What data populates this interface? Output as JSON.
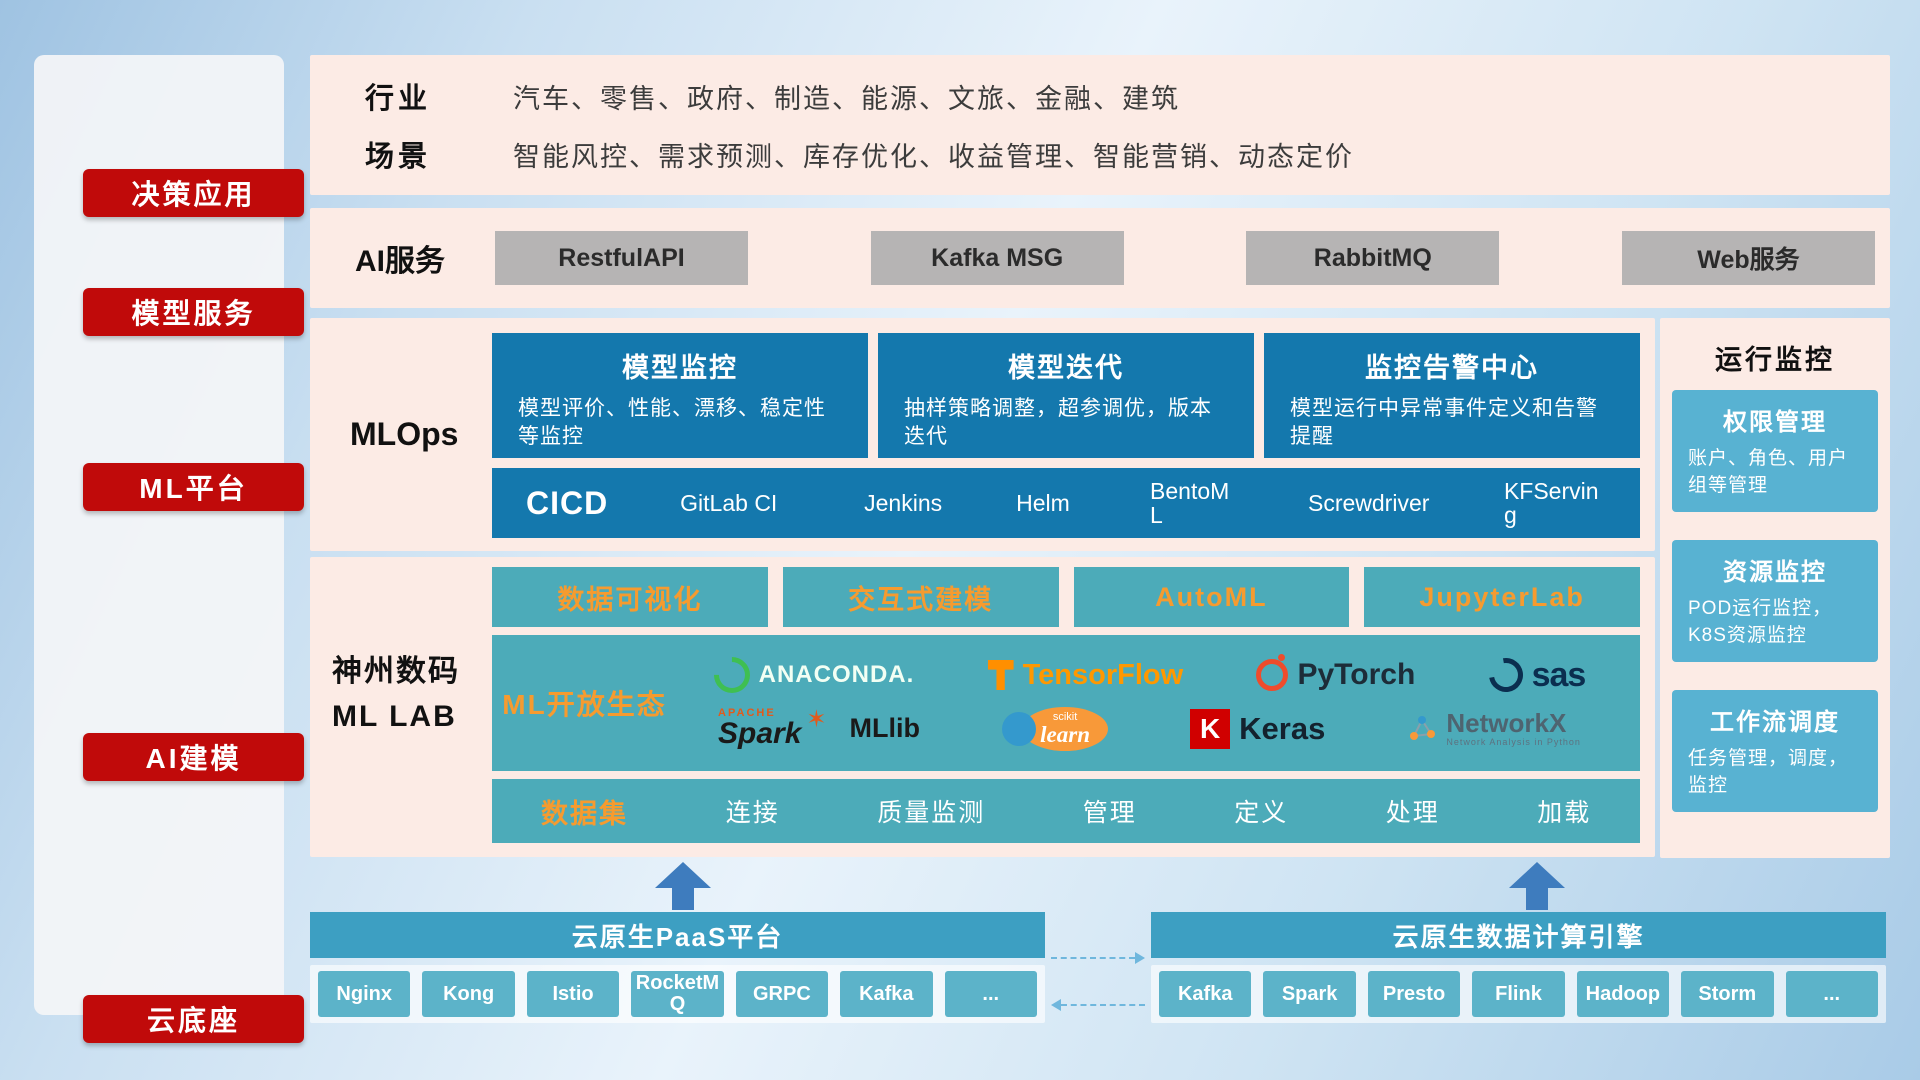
{
  "colors": {
    "accent_red": "#c00a0a",
    "panel_pink": "#fcebe5",
    "deep_blue": "#1478ad",
    "teal": "#4cabb9",
    "light_blue_card": "#58b2d2",
    "orange": "#f69b2f",
    "bar_blue": "#3d9fc2",
    "chip_teal": "#5cb3c9",
    "gray_button": "#b6b4b4",
    "arrow_blue": "#3e7cbe"
  },
  "sidebar": {
    "items": [
      {
        "label": "决策应用"
      },
      {
        "label": "模型服务"
      },
      {
        "label": "ML平台"
      },
      {
        "label": "AI建模"
      },
      {
        "label": "云底座"
      }
    ]
  },
  "industry": {
    "row1_label": "行业",
    "row1_text": "汽车、零售、政府、制造、能源、文旅、金融、建筑",
    "row2_label": "场景",
    "row2_text": "智能风控、需求预测、库存优化、收益管理、智能营销、动态定价"
  },
  "ai_service": {
    "label": "AI服务",
    "services": [
      "RestfulAPI",
      "Kafka MSG",
      "RabbitMQ",
      "Web服务"
    ]
  },
  "mlops": {
    "label": "MLOps",
    "cards": [
      {
        "title": "模型监控",
        "desc": "模型评价、性能、漂移、稳定性等监控"
      },
      {
        "title": "模型迭代",
        "desc": "抽样策略调整，超参调优，版本迭代"
      },
      {
        "title": "监控告警中心",
        "desc": "模型运行中异常事件定义和告警提醒"
      }
    ],
    "cicd_label": "CICD",
    "cicd_tools": [
      "GitLab CI",
      "Jenkins",
      "Helm",
      "BentoML",
      "Screwdriver",
      "KFServing"
    ]
  },
  "monitoring": {
    "title": "运行监控",
    "cards": [
      {
        "title": "权限管理",
        "desc": "账户、角色、用户组等管理"
      },
      {
        "title": "资源监控",
        "desc": "POD运行监控，K8S资源监控"
      },
      {
        "title": "工作流调度",
        "desc": "任务管理，调度，监控"
      }
    ]
  },
  "ml_lab": {
    "label_line1": "神州数码",
    "label_line2": "ML LAB",
    "tools": [
      "数据可视化",
      "交互式建模",
      "AutoML",
      "JupyterLab"
    ],
    "ecosystem_label": "ML开放生态",
    "logos": {
      "anaconda": "ANACONDA.",
      "tensorflow": "TensorFlow",
      "pytorch": "PyTorch",
      "sas": "sas",
      "spark_small": "APACHE",
      "spark": "Spark",
      "spark_star": "✶",
      "mllib": "MLlib",
      "scikit_top": "scikit",
      "scikit_main": "learn",
      "keras_k": "K",
      "keras": "Keras",
      "networkx": "NetworkX",
      "networkx_sub": "Network Analysis in Python"
    },
    "dataset": {
      "label": "数据集",
      "items": [
        "连接",
        "质量监测",
        "管理",
        "定义",
        "处理",
        "加载"
      ]
    }
  },
  "cloud": {
    "paas": {
      "title": "云原生PaaS平台",
      "items": [
        "Nginx",
        "Kong",
        "Istio",
        "RocketMQ",
        "GRPC",
        "Kafka",
        "..."
      ]
    },
    "engine": {
      "title": "云原生数据计算引擎",
      "items": [
        "Kafka",
        "Spark",
        "Presto",
        "Flink",
        "Hadoop",
        "Storm",
        "..."
      ]
    }
  }
}
